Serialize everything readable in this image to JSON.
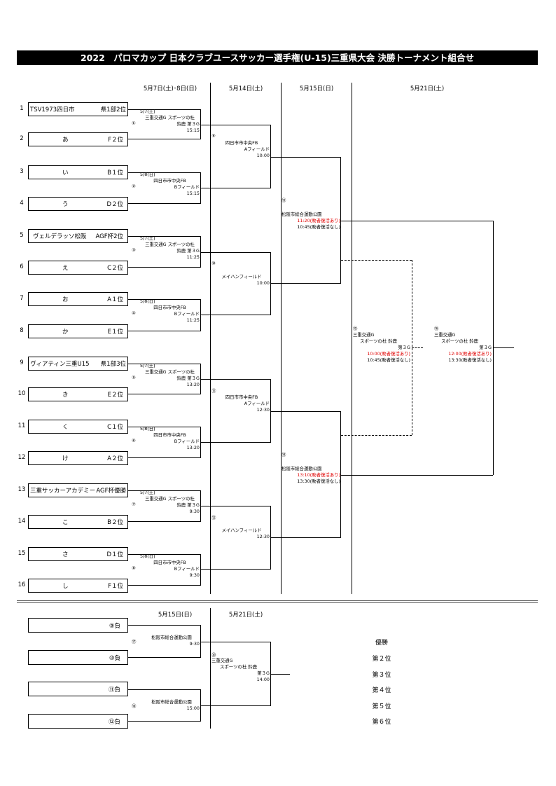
{
  "title": "2022　パロマカップ 日本クラブユースサッカー選手権(U-15)三重県大会 決勝トーナメント組合せ",
  "dates": [
    "5月7日(土)･8日(日)",
    "5月14日(土)",
    "5月15日(日)",
    "5月21日(土)"
  ],
  "teams": [
    {
      "seed": "1",
      "name": "TSV1973四日市",
      "rank": "県1部2位"
    },
    {
      "seed": "2",
      "name": "あ",
      "rank": "F２位"
    },
    {
      "seed": "3",
      "name": "い",
      "rank": "B１位"
    },
    {
      "seed": "4",
      "name": "う",
      "rank": "D２位"
    },
    {
      "seed": "5",
      "name": "ヴェルデラッソ松阪",
      "rank": "AGF杯2位"
    },
    {
      "seed": "6",
      "name": "え",
      "rank": "C２位"
    },
    {
      "seed": "7",
      "name": "お",
      "rank": "A１位"
    },
    {
      "seed": "8",
      "name": "か",
      "rank": "E１位"
    },
    {
      "seed": "9",
      "name": "ヴィアティン三重U15",
      "rank": "県1部3位"
    },
    {
      "seed": "10",
      "name": "き",
      "rank": "E２位"
    },
    {
      "seed": "11",
      "name": "く",
      "rank": "C１位"
    },
    {
      "seed": "12",
      "name": "け",
      "rank": "A２位"
    },
    {
      "seed": "13",
      "name": "三重サッカーアカデミー",
      "rank": "AGF杯優勝"
    },
    {
      "seed": "14",
      "name": "こ",
      "rank": "B２位"
    },
    {
      "seed": "15",
      "name": "さ",
      "rank": "D１位"
    },
    {
      "seed": "16",
      "name": "し",
      "rank": "F１位"
    }
  ],
  "r1": [
    {
      "no": "①",
      "date": "5/7(土)",
      "venue": "三重交通G スポーツの杜",
      "field": "鈴鹿 第３G",
      "time": "15:15"
    },
    {
      "no": "②",
      "date": "5/8(日)",
      "venue": "四日市市中央FB",
      "field": "Bフィールド",
      "time": "15:15"
    },
    {
      "no": "③",
      "date": "5/7(土)",
      "venue": "三重交通G スポーツの杜",
      "field": "鈴鹿 第３G",
      "time": "11:25"
    },
    {
      "no": "④",
      "date": "5/8(日)",
      "venue": "四日市市中央FB",
      "field": "Bフィールド",
      "time": "11:25"
    },
    {
      "no": "⑤",
      "date": "5/7(土)",
      "venue": "三重交通G スポーツの杜",
      "field": "鈴鹿 第３G",
      "time": "13:20"
    },
    {
      "no": "⑥",
      "date": "5/8(日)",
      "venue": "四日市市中央FB",
      "field": "Bフィールド",
      "time": "13:20"
    },
    {
      "no": "⑦",
      "date": "5/7(土)",
      "venue": "三重交通G スポーツの杜",
      "field": "鈴鹿 第３G",
      "time": "9:30"
    },
    {
      "no": "⑧",
      "date": "5/8(日)",
      "venue": "四日市市中央FB",
      "field": "Bフィールド",
      "time": "9:30"
    }
  ],
  "r2": [
    {
      "no": "⑨",
      "venue": "四日市市中央FB",
      "field": "Aフィールド",
      "time": "10:00"
    },
    {
      "no": "⑩",
      "venue": "メイハンフィールド",
      "field": "",
      "time": "10:00"
    },
    {
      "no": "⑪",
      "venue": "四日市市中央FB",
      "field": "Aフィールド",
      "time": "12:30"
    },
    {
      "no": "⑫",
      "venue": "メイハンフィールド",
      "field": "",
      "time": "12:30"
    }
  ],
  "r3": [
    {
      "no": "⑬",
      "venue": "松阪市総合運動公園",
      "time1": "11:20(敗者復活あり)",
      "time2": "10:45(敗者復活なし)"
    },
    {
      "no": "⑭",
      "venue": "松阪市総合運動公園",
      "time1": "13:10(敗者復活あり)",
      "time2": "13:30(敗者復活なし)"
    }
  ],
  "r4": [
    {
      "no": "⑮",
      "venue": "三重交通G",
      "venue2": "スポーツの杜 鈴鹿",
      "field": "第３G",
      "time1": "10:00(敗者復活あり)",
      "time2": "10:45(敗者復活なし)"
    },
    {
      "no": "⑯",
      "venue": "三重交通G",
      "venue2": "スポーツの杜 鈴鹿",
      "field": "第３G",
      "time1": "12:00(敗者復活あり)",
      "time2": "13:30(敗者復活なし)"
    }
  ],
  "consolation": {
    "dates": [
      "5月15日(日)",
      "5月21日(土)"
    ],
    "entries": [
      "⑨負",
      "⑩負",
      "⑪負",
      "⑫負"
    ],
    "matches": [
      {
        "no": "⑰",
        "venue": "松阪市総合運動公園",
        "time": "9:30"
      },
      {
        "no": "⑱",
        "venue": "松阪市総合運動公園",
        "time": "15:00"
      }
    ],
    "final": {
      "no": "⑳",
      "venue": "三重交通G",
      "venue2": "スポーツの杜 鈴鹿",
      "field": "第３G",
      "time": "14:00"
    }
  },
  "placings": [
    "優勝",
    "第２位",
    "第３位",
    "第４位",
    "第５位",
    "第６位"
  ]
}
